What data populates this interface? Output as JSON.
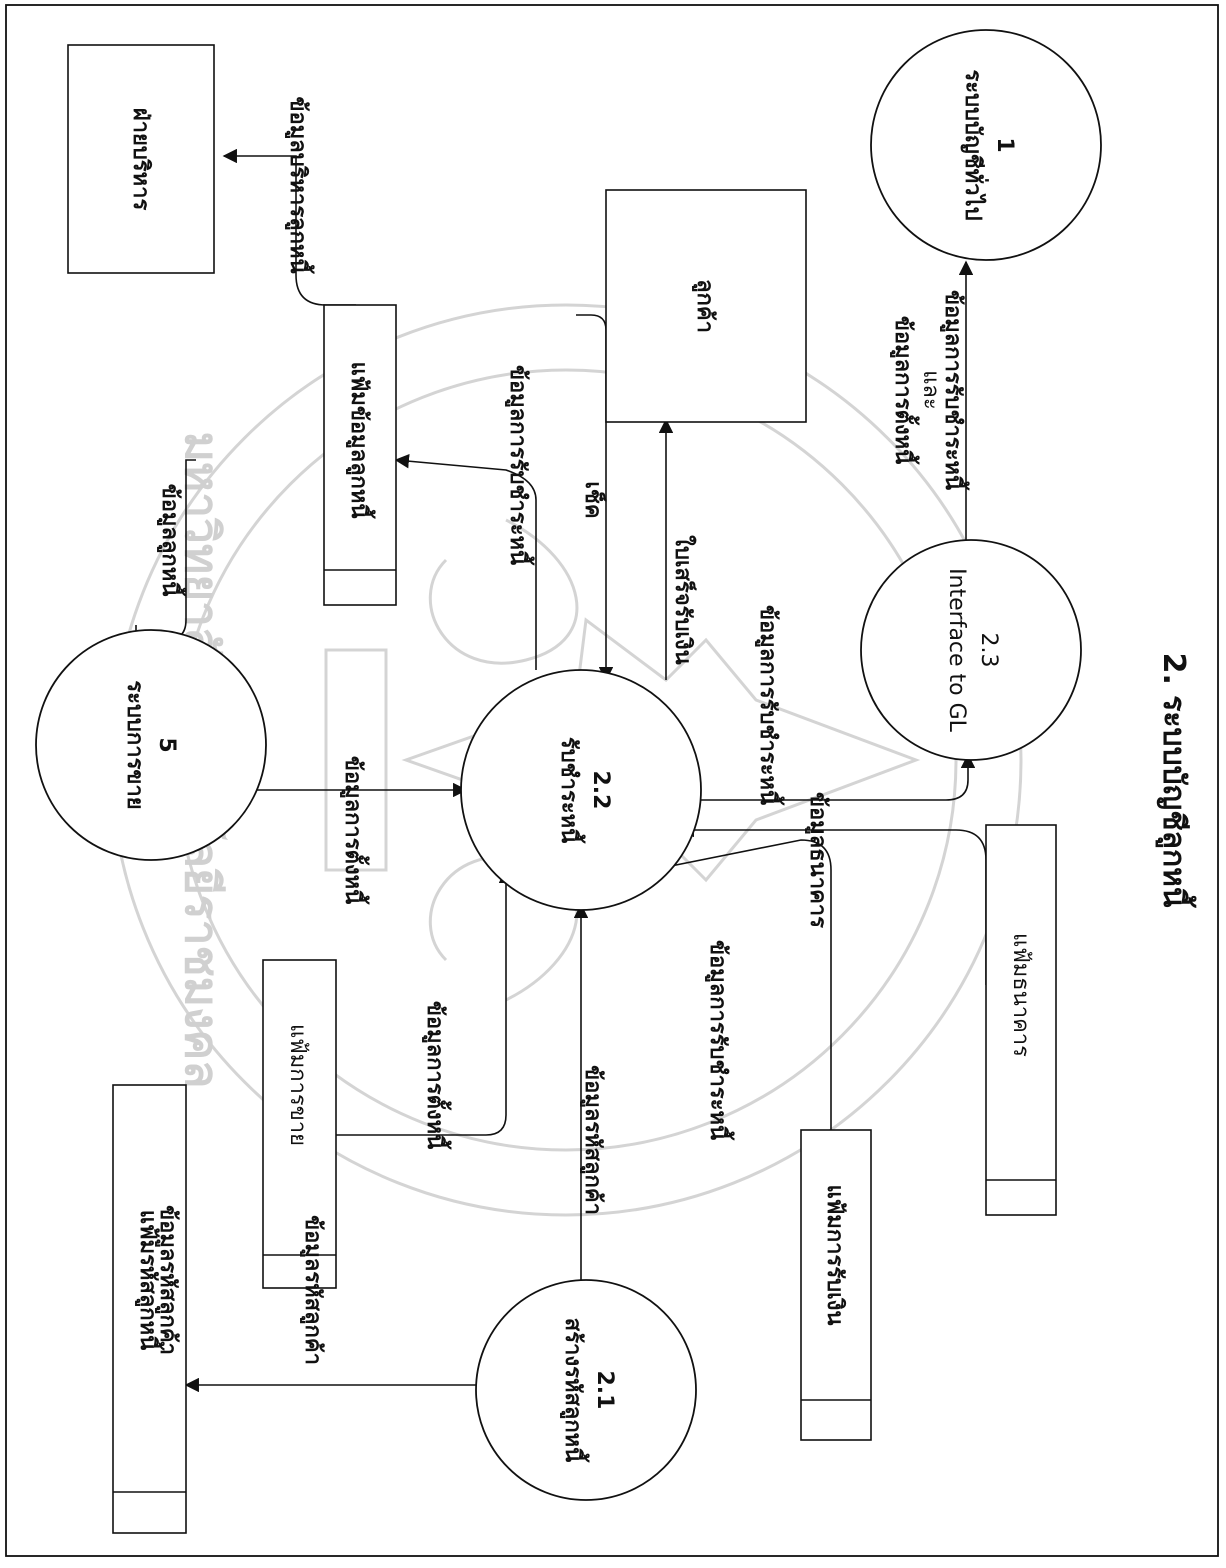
{
  "diagram_title": "2. ระบบบัญชีลูกหนี้",
  "external_entities": {
    "management": "ฝ่ายบริหาร",
    "customer": "ลูกค้า"
  },
  "processes": {
    "p1": {
      "id": "1",
      "name": "ระบบบัญชีทั่วไป"
    },
    "p5": {
      "id": "5",
      "name": "ระบบการขาย"
    },
    "p21": {
      "id": "2.1",
      "name": "สร้างรหัสลูกหนี้"
    },
    "p22": {
      "id": "2.2",
      "name": "รับชำระหนี้"
    },
    "p23": {
      "id": "2.3",
      "name": "Interface to GL"
    }
  },
  "data_stores": {
    "debtor_file": "แฟ้มข้อมูลลูกหนี้",
    "debtor_code_file": "แฟ้มรหัสลูกหนี้",
    "sales_file": "แฟ้มการขาย",
    "receipt_file": "แฟ้มการรับเงิน",
    "bank_file": "แฟ้มธนาคาร"
  },
  "flows": {
    "mgmt_info": "ข้อมูลบริหารลูกหนี้",
    "debtor_info": "ข้อมูลลูกหนี้",
    "payment_to_file": "ข้อมูลการรับชำระหนี้",
    "cheque": "เช็ค",
    "receipt": "ใบเสร็จรับเงิน",
    "gl_line1": "ข้อมูลการตั้งหนี้",
    "gl_line2": "และ",
    "gl_line3": "ข้อมูลการรับชำระหนี้",
    "code_to_sales": "ข้อมูลรหัสลูกค้า",
    "setup_from_sales": "ข้อมูลการตั้งหนี้",
    "payment_to_gl": "ข้อมูลการรับชำระหนี้",
    "setup_from_file": "ข้อมูลการตั้งหนี้",
    "bank_info": "ข้อมูลธนาคาร",
    "code_to_store": "ข้อมูลรหัสลูกค้า",
    "code_to_22": "ข้อมูลรหัสลูกค้า",
    "payment_from_file": "ข้อมูลการรับชำระหนี้"
  }
}
